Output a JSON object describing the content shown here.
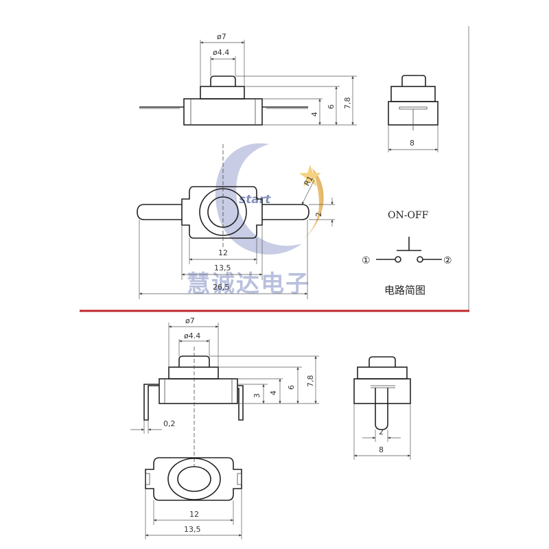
{
  "top_front_view": {
    "dia_outer": "ø7",
    "dia_inner": "ø4.4",
    "h_body": "4",
    "h_mid": "6",
    "h_total": "7,8"
  },
  "top_side_view": {
    "width": "8"
  },
  "top_plan_view": {
    "radius": "R1",
    "pin_width": "2",
    "inner_width": "12",
    "outer_width": "13,5",
    "total_length": "26,5"
  },
  "circuit": {
    "title": "ON-OFF",
    "terminal_1": "①",
    "terminal_2": "②",
    "caption": "电路简图"
  },
  "watermark": {
    "brand_text": "start",
    "company_text": "慧诚达电子"
  },
  "bottom_front_view": {
    "dia_outer": "ø7",
    "dia_inner": "ø4.4",
    "h_3": "3",
    "h_4": "4",
    "h_6": "6",
    "h_total": "7,8",
    "pin_thickness": "0,2"
  },
  "bottom_side_view": {
    "pin_width": "2",
    "width": "8"
  },
  "bottom_plan_view": {
    "inner_width": "12",
    "outer_width": "13,5"
  },
  "colors": {
    "divider": "#c0262a",
    "line": "#222222",
    "watermark_blue": "#5a6aa8",
    "watermark_gold": "#e8b04a"
  }
}
